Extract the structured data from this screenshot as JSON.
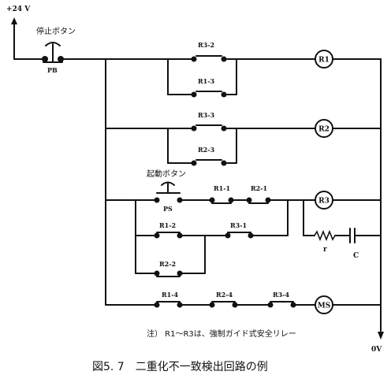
{
  "figure": {
    "supply": "+24 V",
    "ground": "0V",
    "stop_button": {
      "label": "停止ボタン",
      "tag": "PB"
    },
    "start_button": {
      "label": "起動ボタン",
      "tag": "PS"
    },
    "contacts": {
      "r3_2": "R3-2",
      "r1_3": "R1-3",
      "r3_3": "R3-3",
      "r2_3": "R2-3",
      "r1_1": "R1-1",
      "r2_1": "R2-1",
      "r1_2": "R1-2",
      "r3_1": "R3-1",
      "r2_2": "R2-2",
      "r1_4": "R1-4",
      "r2_4": "R2-4",
      "r3_4": "R3-4"
    },
    "coils": {
      "r1": "R1",
      "r2": "R2",
      "r3": "R3",
      "ms": "MS"
    },
    "resistor": "r",
    "capacitor": "C",
    "note": "注） R1〜R3は、強制ガイド式安全リレー",
    "caption": "図5. 7　二重化不一致検出回路の例"
  }
}
